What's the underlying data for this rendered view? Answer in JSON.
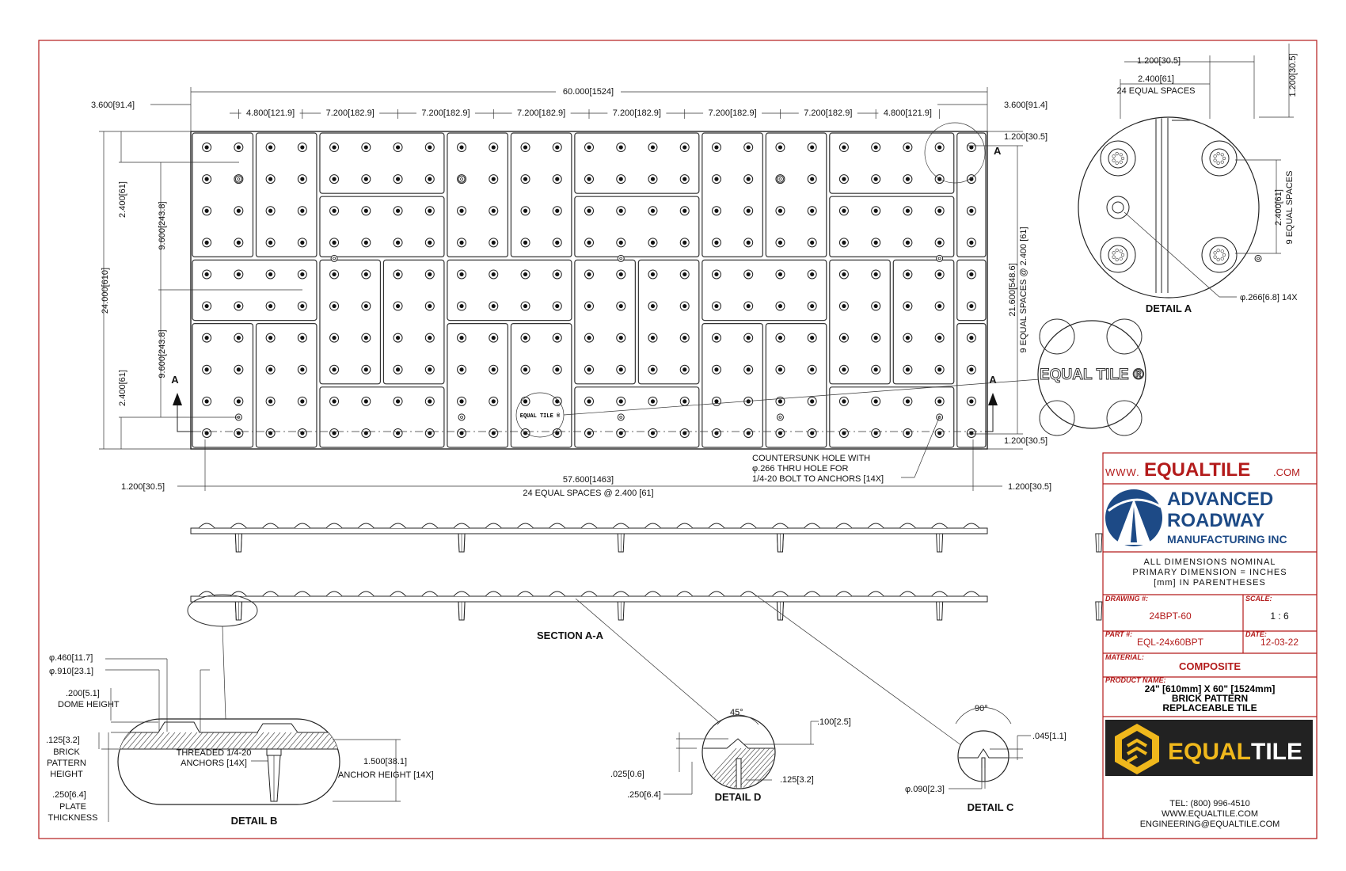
{
  "drawing": {
    "dims_top": {
      "overall": "60.000[1524]",
      "left_edge": "3.600[91.4]",
      "right_edge": "3.600[91.4]",
      "spans": [
        "4.800[121.9]",
        "7.200[182.9]",
        "7.200[182.9]",
        "7.200[182.9]",
        "7.200[182.9]",
        "7.200[182.9]",
        "7.200[182.9]",
        "4.800[121.9]"
      ]
    },
    "dims_left": {
      "overall": "24.000[610]",
      "upper": "2.400[61]",
      "lower": "2.400[61]",
      "inner_upper": "9.600[243.8]",
      "inner_lower": "9.600[243.8]"
    },
    "dims_right": {
      "top_edge": "1.200[30.5]",
      "bottom_edge": "1.200[30.5]",
      "overall": "21.600[548.6]",
      "spaces": "9 EQUAL SPACES @ 2.400 [61]"
    },
    "dims_bottom": {
      "left_edge": "1.200[30.5]",
      "right_edge": "1.200[30.5]",
      "overall": "57.600[1463]",
      "spaces": "24 EQUAL SPACES @ 2.400 [61]"
    },
    "section_marker": "A",
    "logo_stamp": "EQUAL TILE ®",
    "countersunk_note": [
      "COUNTERSUNK HOLE WITH",
      "φ.266 THRU HOLE FOR",
      "1/4-20 BOLT TO ANCHORS [14X]"
    ],
    "detail_a": {
      "title": "DETAIL A",
      "dim_top1": "1.200[30.5]",
      "dim_top2": "2.400[61]",
      "dim_top3": "24 EQUAL SPACES",
      "dim_right1": "1.200[30.5]",
      "dim_right2": "2.400[61]",
      "dim_right3": "9 EQUAL SPACES",
      "hole": "φ.266[6.8]  14X"
    },
    "section_aa": {
      "title": "SECTION A-A"
    },
    "detail_b": {
      "title": "DETAIL B",
      "d460": "φ.460[11.7]",
      "d910": "φ.910[23.1]",
      "dome": ".200[5.1]",
      "dome_label": "DOME HEIGHT",
      "brick": ".125[3.2]",
      "brick_label": [
        "BRICK",
        "PATTERN",
        "HEIGHT"
      ],
      "plate": ".250[6.4]",
      "plate_label": [
        "PLATE",
        "THICKNESS"
      ],
      "anchors": [
        "THREADED 1/4-20",
        "ANCHORS [14X]"
      ],
      "anchor_h": "1.500[38.1]",
      "anchor_label": "ANCHOR HEIGHT  [14X]"
    },
    "detail_d": {
      "title": "DETAIL D",
      "angle": "45°",
      "d100": ".100[2.5]",
      "d025": ".025[0.6]",
      "d125": ".125[3.2]",
      "d250": ".250[6.4]"
    },
    "detail_c": {
      "title": "DETAIL C",
      "angle": "90°",
      "d045": ".045[1.1]",
      "d090": "φ.090[2.3]"
    }
  },
  "title_block": {
    "website_prefix": "WWW.",
    "website_brand": "EQUALTILE",
    "website_suffix": ".COM",
    "company_line1": "ADVANCED",
    "company_line2": "ROADWAY",
    "company_line3": "MANUFACTURING INC",
    "notes": [
      "ALL DIMENSIONS NOMINAL",
      "PRIMARY DIMENSION = INCHES",
      "[mm] IN PARENTHESES"
    ],
    "drawing_label": "DRAWING #:",
    "drawing_value": "24BPT-60",
    "scale_label": "SCALE:",
    "scale_value": "1 : 6",
    "part_label": "PART #:",
    "part_value": "EQL-24x60BPT",
    "date_label": "DATE:",
    "date_value": "12-03-22",
    "material_label": "MATERIAL:",
    "material_value": "COMPOSITE",
    "product_label": "PRODUCT NAME:",
    "product_value": [
      "24\" [610mm] X 60\" [1524mm]",
      "BRICK PATTERN",
      "REPLACEABLE TILE"
    ],
    "logo_text_a": "EQUAL",
    "logo_text_b": "TILE",
    "tel": "TEL: (800) 996-4510",
    "web": "WWW.EQUALTILE.COM",
    "email": "ENGINEERING@EQUALTILE.COM"
  },
  "colors": {
    "frame": "#b31b1b",
    "brand_red": "#b31b1b",
    "brand_blue": "#1d4a86",
    "brand_gold": "#f0b81c"
  }
}
